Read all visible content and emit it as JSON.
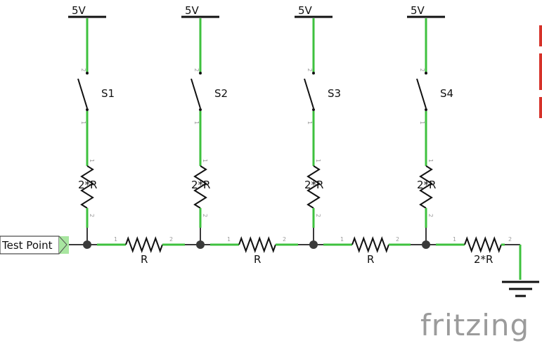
{
  "columns": [
    {
      "supply": "5V",
      "switch": "S1",
      "resistor": "2*R"
    },
    {
      "supply": "5V",
      "switch": "S2",
      "resistor": "2*R"
    },
    {
      "supply": "5V",
      "switch": "S3",
      "resistor": "2*R"
    },
    {
      "supply": "5V",
      "switch": "S4",
      "resistor": "2*R"
    }
  ],
  "ladder_resistors": [
    "R",
    "R",
    "R",
    "2*R"
  ],
  "pins": {
    "one": "1",
    "two": "2"
  },
  "test_point": "Test Point",
  "logo": "fritzing",
  "colors": {
    "wire_highlight": "#3ec13e",
    "wire": "#3a3a3a",
    "accent_bar": "#d6322a"
  }
}
